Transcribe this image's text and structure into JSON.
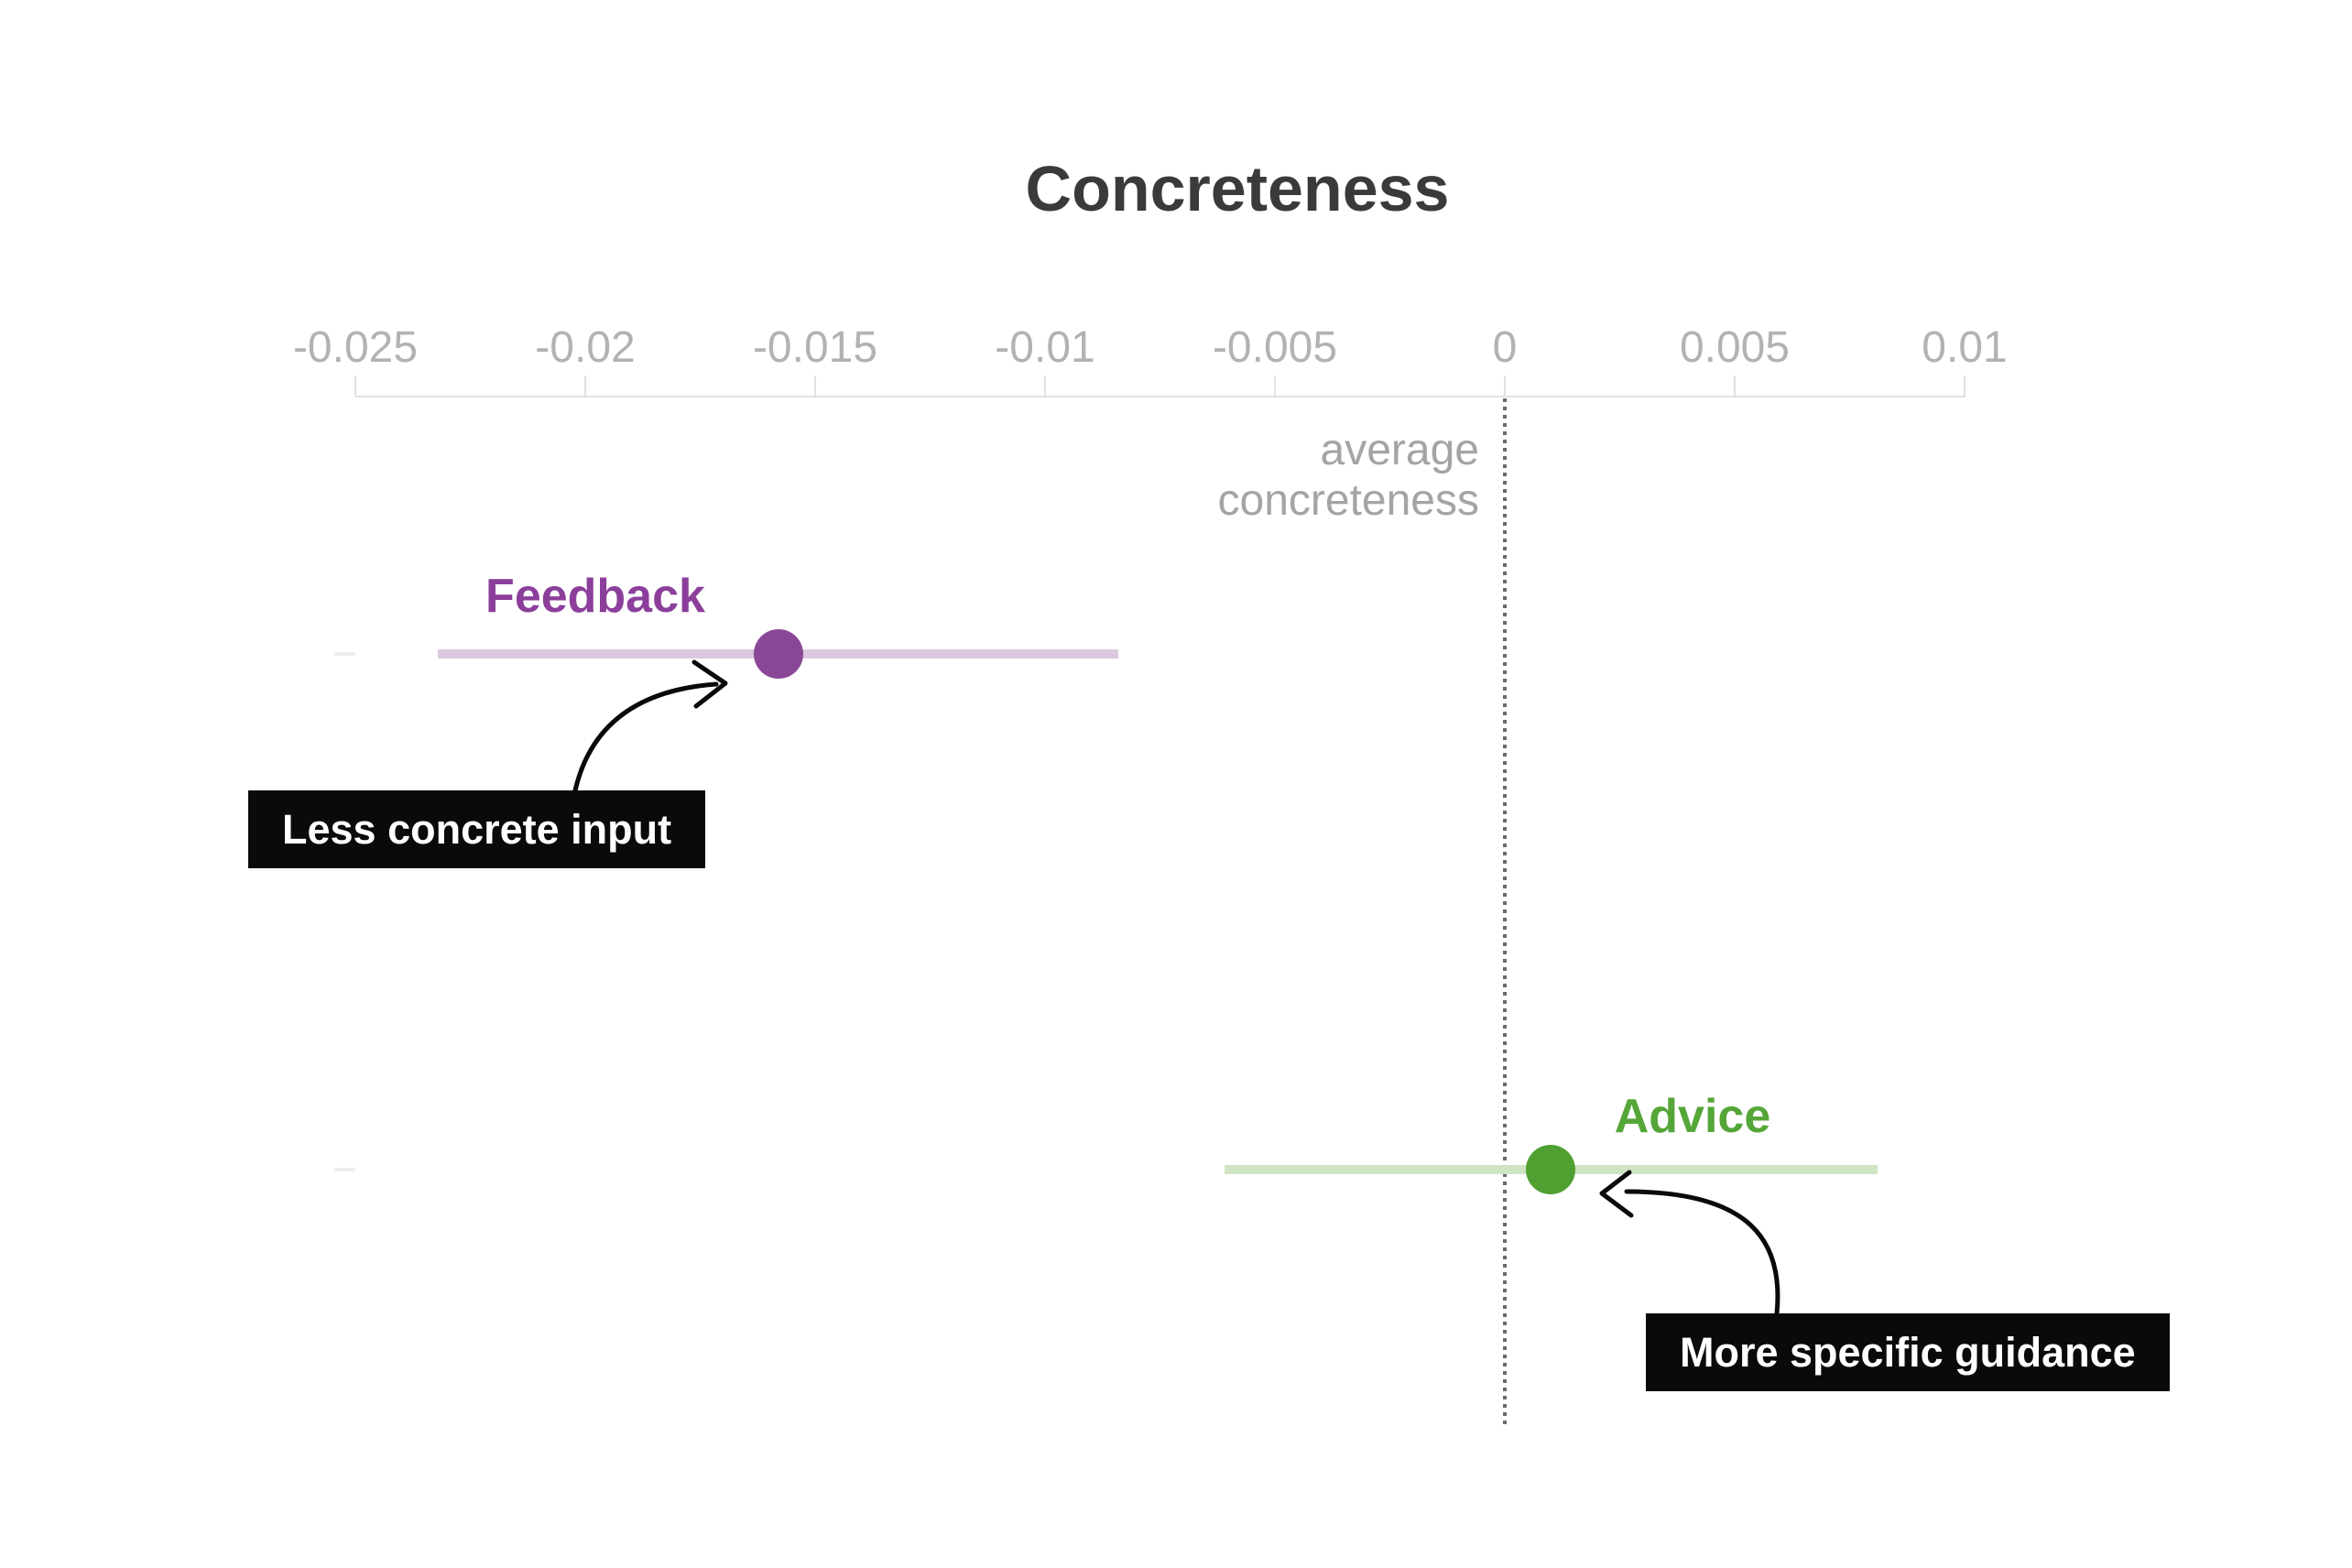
{
  "title": "Concreteness",
  "axis": {
    "tick_labels": [
      "-0.025",
      "-0.02",
      "-0.015",
      "-0.01",
      "-0.005",
      "0",
      "0.005",
      "0.01"
    ],
    "reference_label_line1": "average",
    "reference_label_line2": "concreteness"
  },
  "chart_data": {
    "type": "scatter",
    "subtype": "horizontal-dot-with-interval",
    "title": "Concreteness",
    "xlim": [
      -0.025,
      0.01
    ],
    "xticks": [
      -0.025,
      -0.02,
      -0.015,
      -0.01,
      -0.005,
      0,
      0.005,
      0.01
    ],
    "grid": "off",
    "reference_line": {
      "x": 0,
      "label": "average concreteness"
    },
    "series": [
      {
        "name": "Feedback",
        "estimate": -0.0158,
        "ci_low": -0.0232,
        "ci_high": -0.0084,
        "point_color": "#8a4796",
        "bar_color": "#dcc8e0",
        "label_color": "#8b3f9b",
        "annotation": "Less concrete input"
      },
      {
        "name": "Advice",
        "estimate": 0.001,
        "ci_low": -0.0061,
        "ci_high": 0.0081,
        "point_color": "#4f9f31",
        "bar_color": "#cfe4c3",
        "label_color": "#55a638",
        "annotation": "More specific guidance"
      }
    ]
  },
  "colors": {
    "title": "#3a3a3a",
    "axis_text": "#b5b1b1",
    "axis_line": "#e3e1e1",
    "reference_line": "#6a6a6e",
    "reference_label": "#a6a3a3",
    "annotation_bg": "#0a0a0a",
    "annotation_text": "#ffffff"
  }
}
